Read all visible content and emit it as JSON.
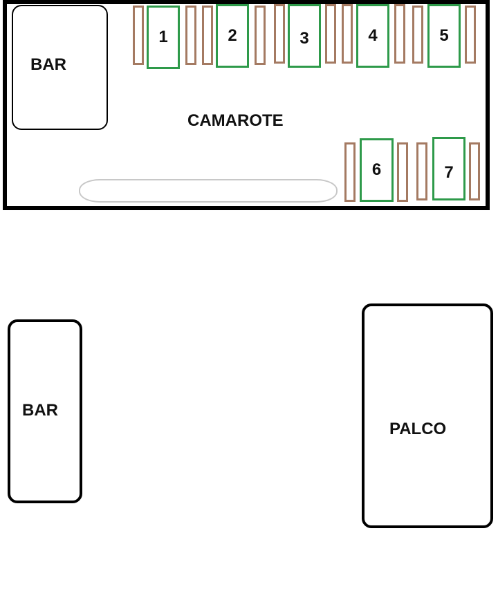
{
  "camarote": {
    "label": "CAMAROTE"
  },
  "bars": [
    {
      "label": "BAR"
    },
    {
      "label": "BAR"
    }
  ],
  "palco": {
    "label": "PALCO"
  },
  "tables": [
    {
      "label": "1"
    },
    {
      "label": "2"
    },
    {
      "label": "3"
    },
    {
      "label": "4"
    },
    {
      "label": "5"
    },
    {
      "label": "6"
    },
    {
      "label": "7"
    }
  ],
  "colors": {
    "table": "#2e9a4a",
    "chair": "#a47a62",
    "couch": "#c8c8c8",
    "outline": "#000000"
  }
}
